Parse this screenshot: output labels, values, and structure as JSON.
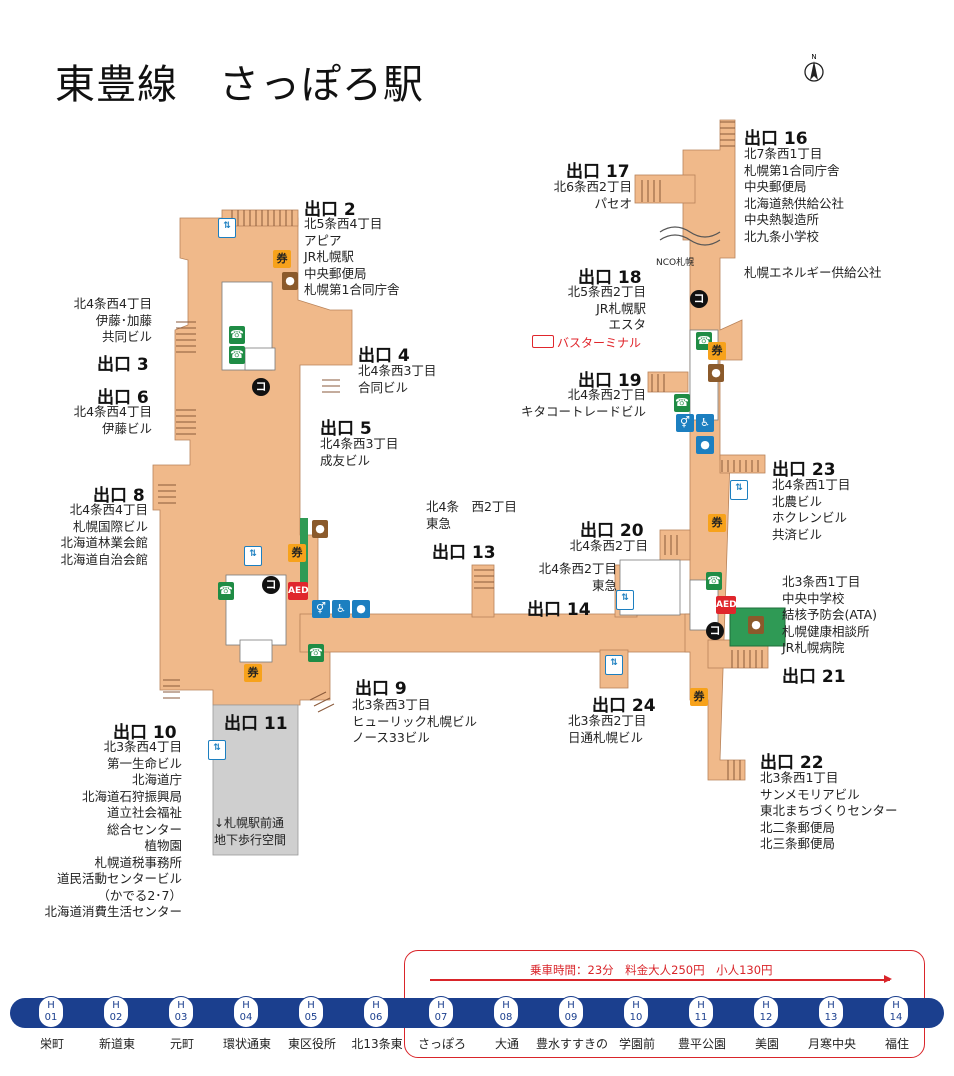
{
  "title": "東豊線　さっぽろ駅",
  "exits": {
    "e2": {
      "label": "出口 2",
      "desc": [
        "北5条西4丁目",
        "アピア",
        "JR札幌駅",
        "中央郵便局",
        "札幌第1合同庁舎"
      ]
    },
    "e3": {
      "label": "出口 3",
      "desc": [
        "北4条西4丁目",
        "伊藤･加藤",
        "共同ビル"
      ]
    },
    "e6": {
      "label": "出口 6",
      "desc": [
        "北4条西4丁目",
        "伊藤ビル"
      ]
    },
    "e4": {
      "label": "出口 4",
      "desc": [
        "北4条西3丁目",
        "合同ビル"
      ]
    },
    "e5": {
      "label": "出口 5",
      "desc": [
        "北4条西3丁目",
        "成友ビル"
      ]
    },
    "e8": {
      "label": "出口 8",
      "desc": [
        "北4条西4丁目",
        "札幌国際ビル",
        "北海道林業会館",
        "北海道自治会館"
      ]
    },
    "e9": {
      "label": "出口 9",
      "desc": [
        "北3条西3丁目",
        "ヒューリック札幌ビル",
        "ノース33ビル"
      ]
    },
    "e10": {
      "label": "出口 10",
      "desc": [
        "北3条西4丁目",
        "第一生命ビル",
        "北海道庁",
        "北海道石狩振興局",
        "道立社会福祉",
        "総合センター",
        "植物園",
        "札幌道税事務所",
        "道民活動センタービル",
        "（かでる2･7）",
        "北海道消費生活センター"
      ]
    },
    "e11": {
      "label": "出口 11"
    },
    "e13": {
      "label": "出口 13",
      "desc": [
        "北4条　西2丁目",
        "東急"
      ]
    },
    "e14": {
      "label": "出口 14",
      "desc": [
        "北4条西2丁目",
        "東急"
      ]
    },
    "e16": {
      "label": "出口 16",
      "desc": [
        "北7条西1丁目",
        "札幌第1合同庁舎",
        "中央郵便局",
        "北海道熱供給公社",
        "中央熱製造所",
        "北九条小学校"
      ],
      "extra": "札幌エネルギー供給公社"
    },
    "e17": {
      "label": "出口 17",
      "desc": [
        "北6条西2丁目",
        "パセオ"
      ]
    },
    "e18": {
      "label": "出口 18",
      "desc": [
        "北5条西2丁目",
        "JR札幌駅",
        "エスタ"
      ]
    },
    "e19": {
      "label": "出口 19",
      "desc": [
        "北4条西2丁目",
        "キタコートレードビル"
      ]
    },
    "e20": {
      "label": "出口 20",
      "desc": [
        "北4条西2丁目"
      ]
    },
    "e21": {
      "label": "出口 21",
      "desc": [
        "北3条西1丁目",
        "中央中学校",
        "結核予防会(ATA)",
        "札幌健康相談所",
        "JR札幌病院"
      ]
    },
    "e22": {
      "label": "出口 22",
      "desc": [
        "北3条西1丁目",
        "サンメモリアビル",
        "東北まちづくりセンター",
        "北二条郵便局",
        "北三条郵便局"
      ]
    },
    "e23": {
      "label": "出口 23",
      "desc": [
        "北4条西1丁目",
        "北農ビル",
        "ホクレンビル",
        "共済ビル"
      ]
    },
    "e24": {
      "label": "出口 24",
      "desc": [
        "北3条西2丁目",
        "日通札幌ビル"
      ]
    }
  },
  "bus_terminal": "バスターミナル",
  "nco": "NCO札幌",
  "walkway": "↓札幌駅前通\n地下歩行空間",
  "icons": {
    "ticket": "券",
    "aed": "AED",
    "coin": "コ"
  },
  "fare": "乗車時間：23分　料金大人250円　小人130円",
  "stations": [
    {
      "code": "H",
      "num": "01",
      "name": "栄町"
    },
    {
      "code": "H",
      "num": "02",
      "name": "新道東"
    },
    {
      "code": "H",
      "num": "03",
      "name": "元町"
    },
    {
      "code": "H",
      "num": "04",
      "name": "環状通東"
    },
    {
      "code": "H",
      "num": "05",
      "name": "東区役所"
    },
    {
      "code": "H",
      "num": "06",
      "name": "北13条東"
    },
    {
      "code": "H",
      "num": "07",
      "name": "さっぽろ"
    },
    {
      "code": "H",
      "num": "08",
      "name": "大通"
    },
    {
      "code": "H",
      "num": "09",
      "name": "豊水すすきの"
    },
    {
      "code": "H",
      "num": "10",
      "name": "学園前"
    },
    {
      "code": "H",
      "num": "11",
      "name": "豊平公園"
    },
    {
      "code": "H",
      "num": "12",
      "name": "美園"
    },
    {
      "code": "H",
      "num": "13",
      "name": "月寒中央"
    },
    {
      "code": "H",
      "num": "14",
      "name": "福住"
    }
  ],
  "colors": {
    "concourse": "#f0b98a",
    "line": "#1b3f8e",
    "fare": "#d9252a",
    "passage": "#cfcfcf"
  }
}
